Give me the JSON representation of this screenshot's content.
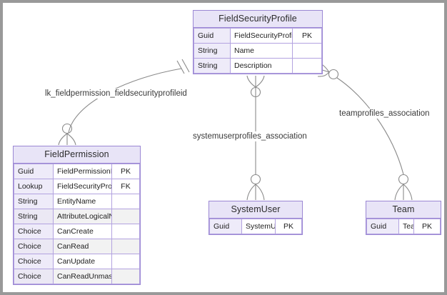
{
  "canvas": {
    "background": "#ffffff",
    "border_color": "#999999",
    "entity_border": "#9b87d4",
    "entity_header_fill": "#e8e4f7",
    "connector_color": "#8a8a8a"
  },
  "entities": [
    {
      "id": "fsp",
      "name": "FieldSecurityProfile",
      "attributes": [
        {
          "type": "Guid",
          "name": "FieldSecurityProfileId",
          "key": "PK"
        },
        {
          "type": "String",
          "name": "Name",
          "key": ""
        },
        {
          "type": "String",
          "name": "Description",
          "key": ""
        }
      ]
    },
    {
      "id": "fp",
      "name": "FieldPermission",
      "attributes": [
        {
          "type": "Guid",
          "name": "FieldPermissionId",
          "key": "PK",
          "highlighted": false
        },
        {
          "type": "Lookup",
          "name": "FieldSecurityProfileId",
          "key": "FK",
          "highlighted": false
        },
        {
          "type": "String",
          "name": "EntityName",
          "key": "",
          "highlighted": false
        },
        {
          "type": "String",
          "name": "AttributeLogicalName",
          "key": "",
          "highlighted": false
        },
        {
          "type": "Choice",
          "name": "CanCreate",
          "key": "",
          "highlighted": false
        },
        {
          "type": "Choice",
          "name": "CanRead",
          "key": "",
          "highlighted": true
        },
        {
          "type": "Choice",
          "name": "CanUpdate",
          "key": "",
          "highlighted": false
        },
        {
          "type": "Choice",
          "name": "CanReadUnmasked",
          "key": "",
          "highlighted": true
        }
      ]
    },
    {
      "id": "su",
      "name": "SystemUser",
      "attributes": [
        {
          "type": "Guid",
          "name": "SystemUserId",
          "key": "PK"
        }
      ]
    },
    {
      "id": "tm",
      "name": "Team",
      "attributes": [
        {
          "type": "Guid",
          "name": "TeamID",
          "key": "PK"
        }
      ]
    }
  ],
  "relationships": [
    {
      "id": "rel-fieldpermission",
      "label": "lk_fieldpermission_fieldsecurityprofileid",
      "from": "FieldSecurityProfile",
      "to": "FieldPermission",
      "from_cardinality": "one-and-only-one",
      "to_cardinality": "zero-or-many"
    },
    {
      "id": "rel-systemuser",
      "label": "systemuserprofiles_association",
      "from": "FieldSecurityProfile",
      "to": "SystemUser",
      "from_cardinality": "zero-or-many",
      "to_cardinality": "zero-or-many"
    },
    {
      "id": "rel-team",
      "label": "teamprofiles_association",
      "from": "FieldSecurityProfile",
      "to": "Team",
      "from_cardinality": "zero-or-many",
      "to_cardinality": "zero-or-many"
    }
  ]
}
